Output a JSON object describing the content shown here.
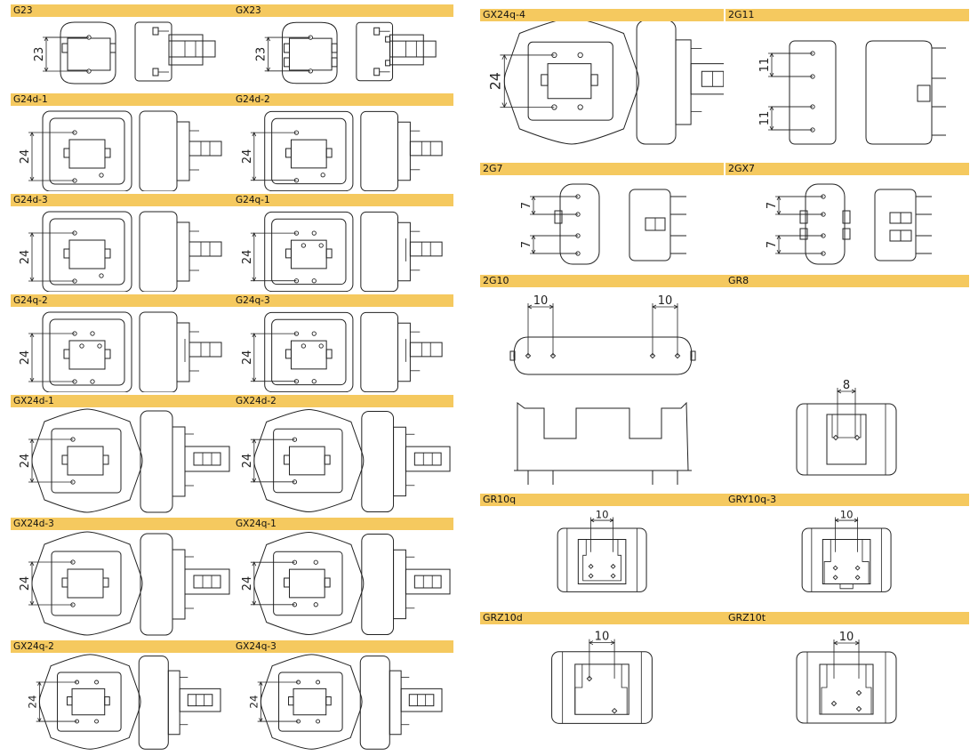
{
  "sockets": [
    {
      "name": "G23",
      "type": "g23",
      "dim": "23"
    },
    {
      "name": "GX23",
      "type": "gx23",
      "dim": "23"
    },
    {
      "name": "G24d-1",
      "type": "g24",
      "pins": "d",
      "dim": "24"
    },
    {
      "name": "G24d-2",
      "type": "g24",
      "pins": "d",
      "dim": "24"
    },
    {
      "name": "G24d-3",
      "type": "g24",
      "pins": "d",
      "dim": "24"
    },
    {
      "name": "G24q-1",
      "type": "g24",
      "pins": "q",
      "dim": "24"
    },
    {
      "name": "G24q-2",
      "type": "g24",
      "pins": "q",
      "dim": "24"
    },
    {
      "name": "G24q-3",
      "type": "g24",
      "pins": "q",
      "dim": "24"
    },
    {
      "name": "GX24d-1",
      "type": "gx24",
      "pins": "d",
      "dim": "24"
    },
    {
      "name": "GX24d-2",
      "type": "gx24",
      "pins": "d",
      "dim": "24"
    },
    {
      "name": "GX24d-3",
      "type": "gx24",
      "pins": "d",
      "dim": "24"
    },
    {
      "name": "GX24q-1",
      "type": "gx24",
      "pins": "q",
      "dim": "24"
    },
    {
      "name": "GX24q-2",
      "type": "gx24",
      "pins": "q",
      "dim": "24"
    },
    {
      "name": "GX24q-3",
      "type": "gx24",
      "pins": "q",
      "dim": "24"
    },
    {
      "name": "GX24q-4",
      "type": "gx24",
      "pins": "q",
      "dim": "24"
    },
    {
      "name": "2G11",
      "type": "2g11",
      "dim": "11"
    },
    {
      "name": "2G7",
      "type": "2g7",
      "dim": "7"
    },
    {
      "name": "2GX7",
      "type": "2gx7",
      "dim": "7"
    },
    {
      "name": "2G10",
      "type": "2g10",
      "dim": "10"
    },
    {
      "name": "GR8",
      "type": "gr",
      "variant": "gr8",
      "dim": "8"
    },
    {
      "name": "GR10q",
      "type": "gr",
      "variant": "gr10q",
      "dim": "10"
    },
    {
      "name": "GRY10q-3",
      "type": "gr",
      "variant": "gry10q",
      "dim": "10"
    },
    {
      "name": "GRZ10d",
      "type": "gr",
      "variant": "grz10d",
      "dim": "10"
    },
    {
      "name": "GRZ10t",
      "type": "gr",
      "variant": "grz10t",
      "dim": "10"
    }
  ],
  "colors": {
    "header_bg": "#f5c95f",
    "line": "#222222",
    "background": "#ffffff"
  }
}
